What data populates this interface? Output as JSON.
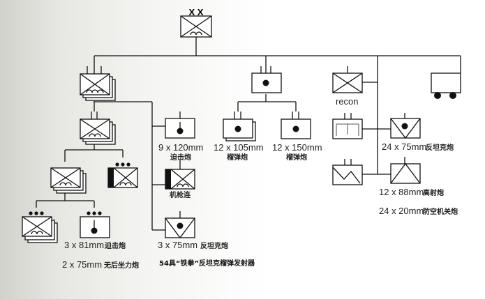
{
  "diagram": {
    "division": {
      "echelon": "X X",
      "type": "armored-infantry"
    },
    "units": {
      "regiment": {
        "type": "armored-infantry"
      },
      "battalion": {
        "type": "armored-infantry"
      },
      "company": {
        "type": "armored-infantry"
      },
      "mg_company": {
        "type": "machine-gun",
        "echelon": "•••"
      },
      "platoon": {
        "echelon": "•••"
      },
      "mortar_platoon": {
        "echelon": "•••"
      },
      "artillery_regiment": {
        "type": "artillery"
      },
      "recon": {
        "label": "recon"
      },
      "engineer": {
        "type": "engineer"
      },
      "signal": {
        "type": "signal"
      },
      "antitank": {
        "type": "anti-tank"
      },
      "antiair": {
        "type": "anti-aircraft"
      },
      "supply": {
        "type": "supply"
      }
    },
    "labels": {
      "mortar_120": {
        "main": "9 x 120mm",
        "sub": "迫击炮"
      },
      "mg_company": "机枪连",
      "at_75_regt": {
        "main": "3 x 75mm",
        "sub": "反坦克炮"
      },
      "panzerfaust": "54具“铁拳”反坦克榴弹发射器",
      "mortar_81": {
        "main": "3 x 81mm",
        "sub": "迫击炮"
      },
      "recoilless_75": {
        "main": "2 x 75mm",
        "sub": "无后坐力炮"
      },
      "howitzer_105": {
        "main": "12 x 105mm",
        "sub": "榴弹炮"
      },
      "howitzer_150": {
        "main": "12 x 150mm",
        "sub": "榴弹炮"
      },
      "recon": "recon",
      "at_75_div": {
        "main": "24 x 75mm",
        "sub": "反坦克炮"
      },
      "flak_88": {
        "main": "12 x 88mm",
        "sub": "高射炮"
      },
      "flak_20": {
        "main": "24 x 20mm",
        "sub": "防空机关炮"
      }
    }
  }
}
